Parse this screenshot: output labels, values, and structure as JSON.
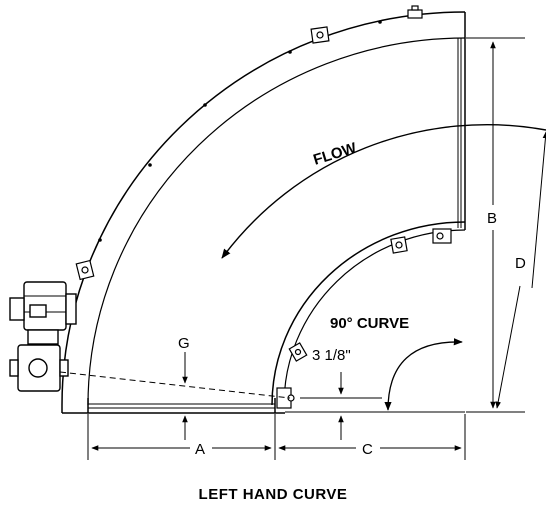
{
  "diagram": {
    "flow_label": "FLOW",
    "curve_label": "90° CURVE",
    "caption": "LEFT HAND CURVE",
    "dimensions": {
      "a": "A",
      "b": "B",
      "c": "C",
      "d": "D",
      "g": "G",
      "offset": "3 1/8\""
    }
  }
}
